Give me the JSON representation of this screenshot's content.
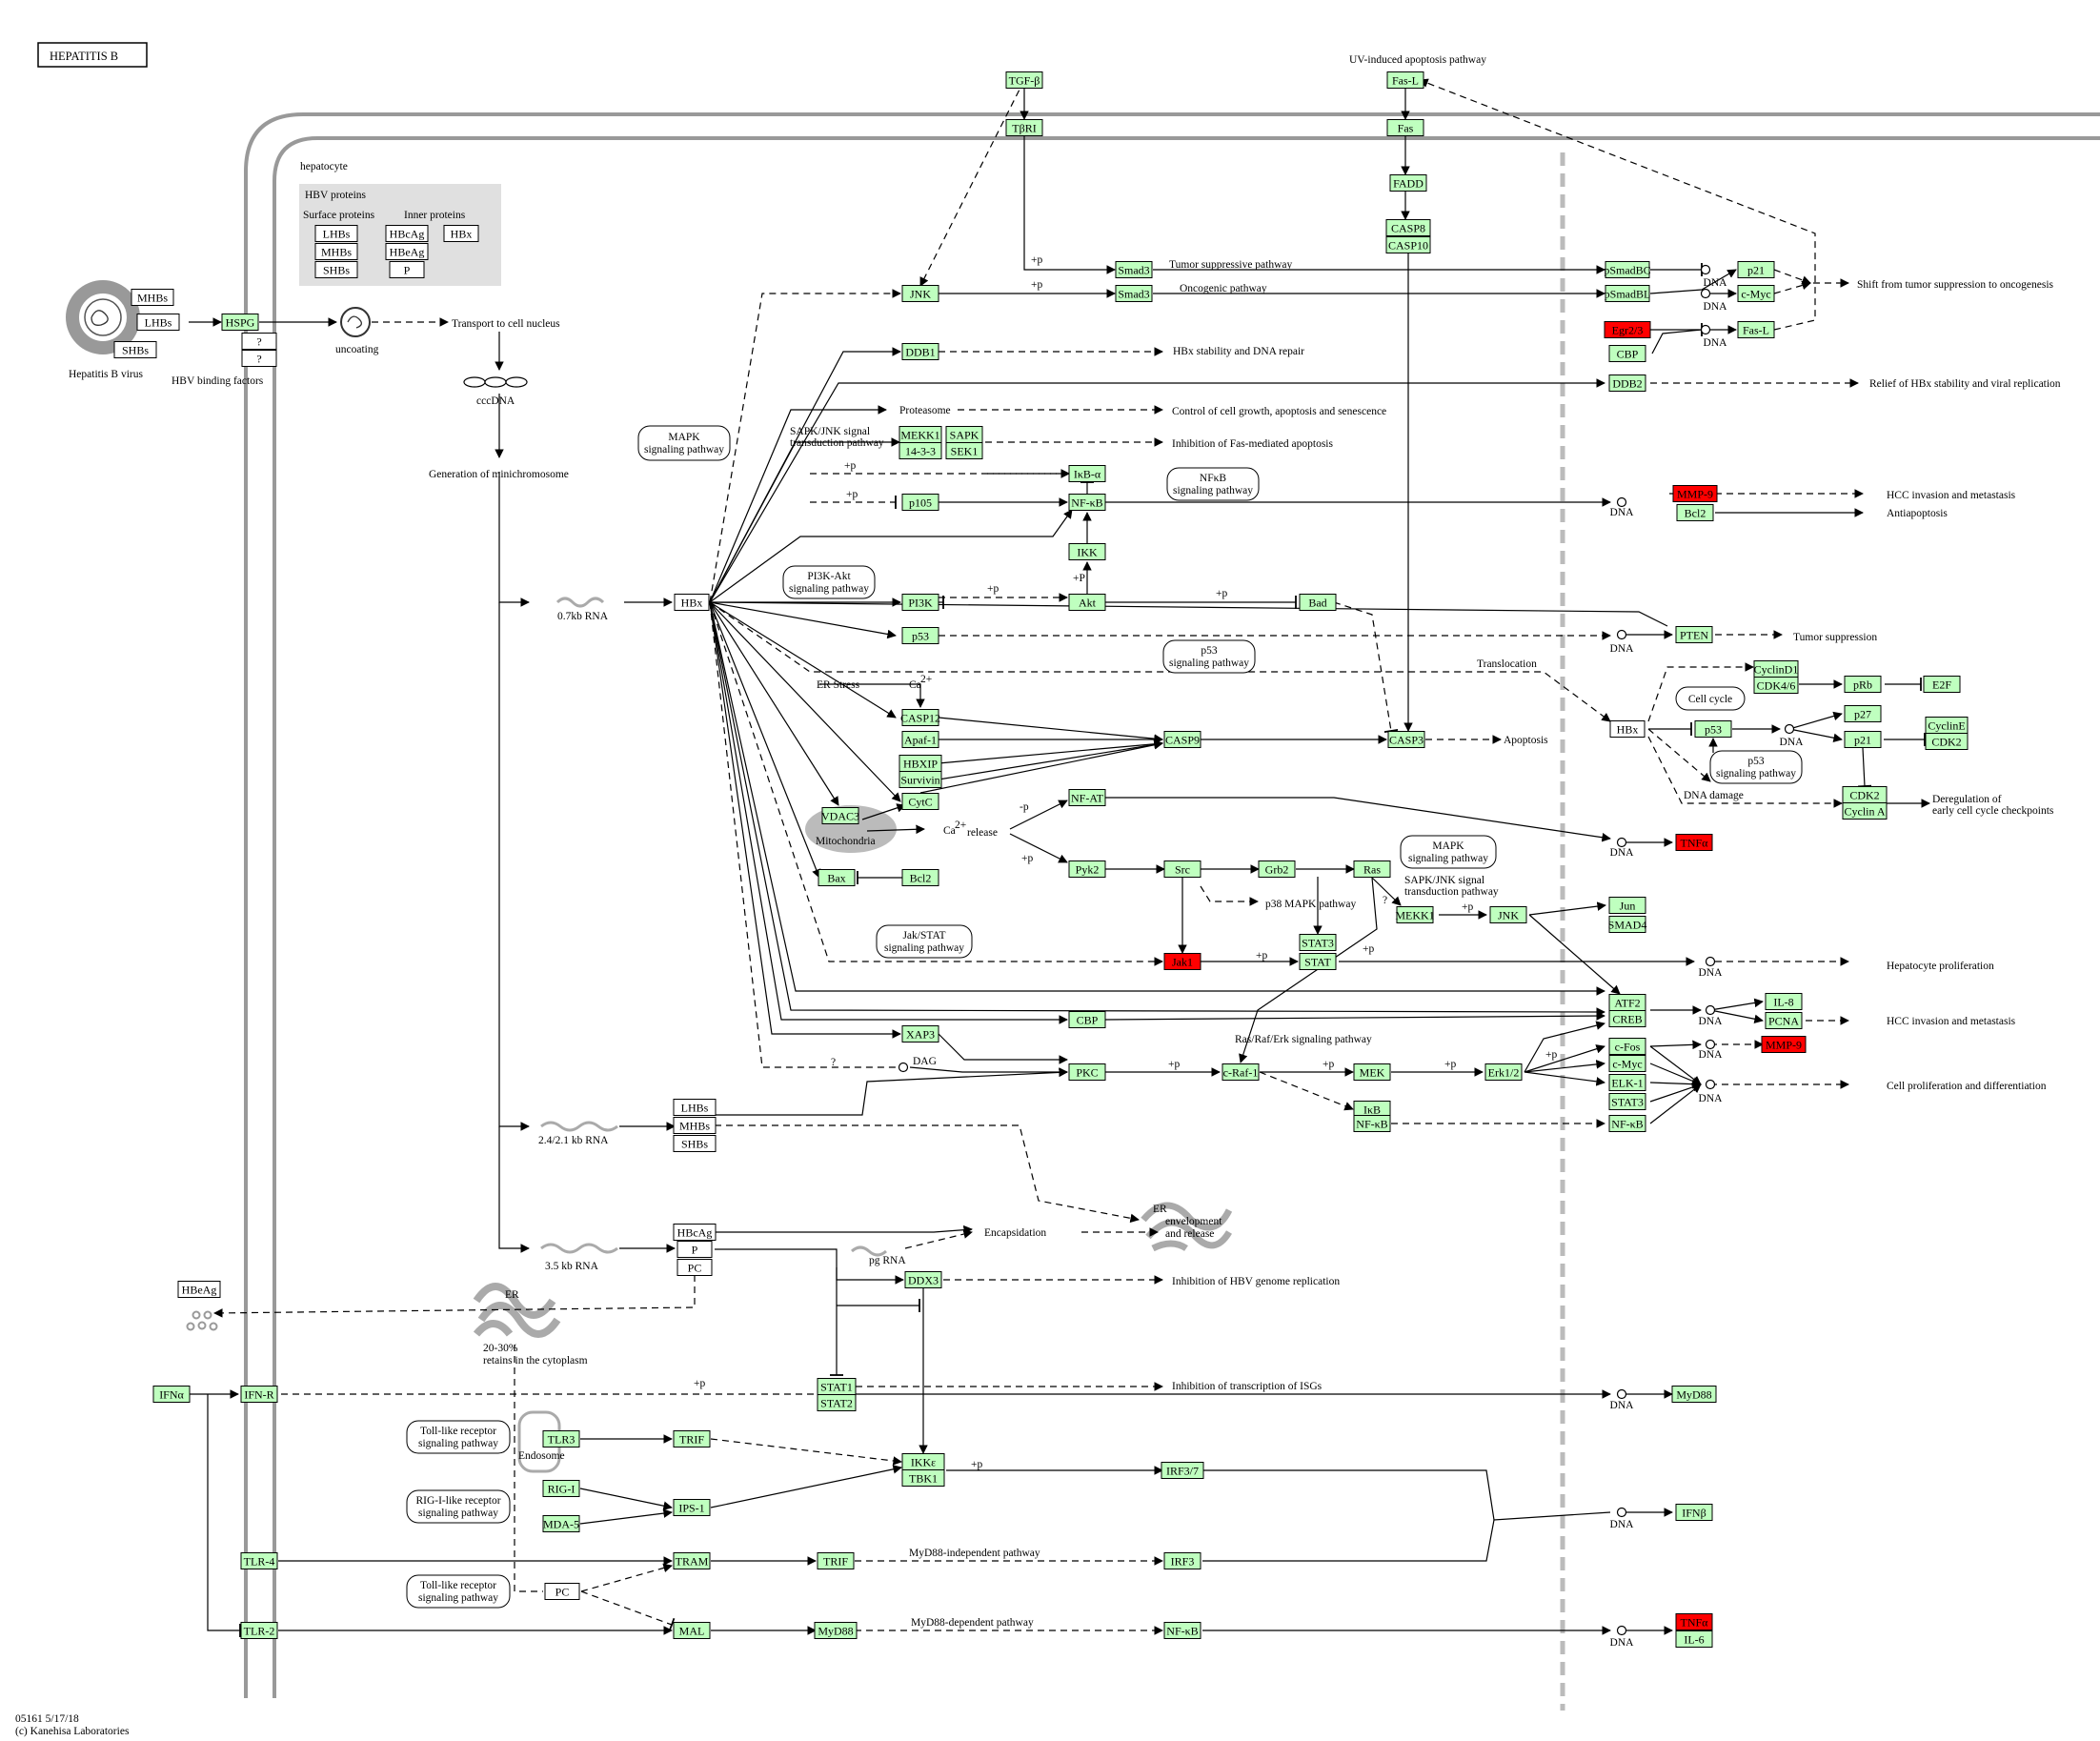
{
  "title": "HEPATITIS B",
  "footer": {
    "id": "05161 5/17/18",
    "copyright": "(c) Kanehisa Laboratories"
  },
  "colors": {
    "gene_fill": "#bfffbf",
    "gene_border": "#000000",
    "highlight_fill": "#ff0000",
    "membrane": "#999999",
    "panel": "#e0e0e0"
  },
  "genes": [
    {
      "id": "hspg",
      "label": "HSPG",
      "fill": "green"
    },
    {
      "id": "tgfb",
      "label": "TGF-β",
      "fill": "green"
    },
    {
      "id": "tbri",
      "label": "TβRI",
      "fill": "green"
    },
    {
      "id": "fasl",
      "label": "Fas-L",
      "fill": "green"
    },
    {
      "id": "fas",
      "label": "Fas",
      "fill": "green"
    },
    {
      "id": "fadd",
      "label": "FADD",
      "fill": "green"
    },
    {
      "id": "casp8",
      "label": "CASP8",
      "fill": "green"
    },
    {
      "id": "casp10",
      "label": "CASP10",
      "fill": "green"
    },
    {
      "id": "smad3a",
      "label": "Smad3",
      "fill": "green"
    },
    {
      "id": "smad3b",
      "label": "Smad3",
      "fill": "green"
    },
    {
      "id": "psmadbc",
      "label": "pSmadBC",
      "fill": "green"
    },
    {
      "id": "psmadbl",
      "label": "pSmadBL",
      "fill": "green"
    },
    {
      "id": "p21a",
      "label": "p21",
      "fill": "green"
    },
    {
      "id": "cmyca",
      "label": "c-Myc",
      "fill": "green"
    },
    {
      "id": "egr23",
      "label": "Egr2/3",
      "fill": "red"
    },
    {
      "id": "cbpa",
      "label": "CBP",
      "fill": "green"
    },
    {
      "id": "fasl2",
      "label": "Fas-L",
      "fill": "green"
    },
    {
      "id": "jnka",
      "label": "JNK",
      "fill": "green"
    },
    {
      "id": "ddb1",
      "label": "DDB1",
      "fill": "green"
    },
    {
      "id": "ddb2",
      "label": "DDB2",
      "fill": "green"
    },
    {
      "id": "mekk1a",
      "label": "MEKK1",
      "fill": "green"
    },
    {
      "id": "sapk",
      "label": "SAPK",
      "fill": "green"
    },
    {
      "id": "g1433",
      "label": "14-3-3",
      "fill": "green"
    },
    {
      "id": "sek1",
      "label": "SEK1",
      "fill": "green"
    },
    {
      "id": "ikba",
      "label": "IκB-α",
      "fill": "green"
    },
    {
      "id": "nfkba",
      "label": "NF-κB",
      "fill": "green"
    },
    {
      "id": "p105",
      "label": "p105",
      "fill": "green"
    },
    {
      "id": "ikk",
      "label": "IKK",
      "fill": "green"
    },
    {
      "id": "mmp9a",
      "label": "MMP-9",
      "fill": "red"
    },
    {
      "id": "bcl2a",
      "label": "Bcl2",
      "fill": "green"
    },
    {
      "id": "pi3k",
      "label": "PI3K",
      "fill": "green"
    },
    {
      "id": "akt",
      "label": "Akt",
      "fill": "green"
    },
    {
      "id": "bad",
      "label": "Bad",
      "fill": "green"
    },
    {
      "id": "p53a",
      "label": "p53",
      "fill": "green"
    },
    {
      "id": "pten",
      "label": "PTEN",
      "fill": "green"
    },
    {
      "id": "cyclind1",
      "label": "CyclinD1",
      "fill": "green"
    },
    {
      "id": "cdk46",
      "label": "CDK4/6",
      "fill": "green"
    },
    {
      "id": "prb",
      "label": "pRb",
      "fill": "green"
    },
    {
      "id": "e2f",
      "label": "E2F",
      "fill": "green"
    },
    {
      "id": "p27",
      "label": "p27",
      "fill": "green"
    },
    {
      "id": "p53b",
      "label": "p53",
      "fill": "green"
    },
    {
      "id": "p21b",
      "label": "p21",
      "fill": "green"
    },
    {
      "id": "cycline",
      "label": "CyclinE",
      "fill": "green"
    },
    {
      "id": "cdk2a",
      "label": "CDK2",
      "fill": "green"
    },
    {
      "id": "cdk2b",
      "label": "CDK2",
      "fill": "green"
    },
    {
      "id": "cyclina",
      "label": "Cyclin A",
      "fill": "green"
    },
    {
      "id": "casp12",
      "label": "CASP12",
      "fill": "green"
    },
    {
      "id": "apaf1",
      "label": "Apaf-1",
      "fill": "green"
    },
    {
      "id": "hbxip",
      "label": "HBXIP",
      "fill": "green"
    },
    {
      "id": "survivin",
      "label": "Survivin",
      "fill": "green"
    },
    {
      "id": "casp9",
      "label": "CASP9",
      "fill": "green"
    },
    {
      "id": "casp3",
      "label": "CASP3",
      "fill": "green"
    },
    {
      "id": "vdac3",
      "label": "VDAC3",
      "fill": "green"
    },
    {
      "id": "cytc",
      "label": "CytC",
      "fill": "green"
    },
    {
      "id": "bax",
      "label": "Bax",
      "fill": "green"
    },
    {
      "id": "bcl2b",
      "label": "Bcl2",
      "fill": "green"
    },
    {
      "id": "nfat",
      "label": "NF-AT",
      "fill": "green"
    },
    {
      "id": "tnfa1",
      "label": "TNFα",
      "fill": "red"
    },
    {
      "id": "pyk2",
      "label": "Pyk2",
      "fill": "green"
    },
    {
      "id": "src",
      "label": "Src",
      "fill": "green"
    },
    {
      "id": "grb2",
      "label": "Grb2",
      "fill": "green"
    },
    {
      "id": "ras",
      "label": "Ras",
      "fill": "green"
    },
    {
      "id": "mekk1b",
      "label": "MEKK1",
      "fill": "green"
    },
    {
      "id": "jnkb",
      "label": "JNK",
      "fill": "green"
    },
    {
      "id": "jun",
      "label": "Jun",
      "fill": "green"
    },
    {
      "id": "smad4",
      "label": "SMAD4",
      "fill": "green"
    },
    {
      "id": "stat3a",
      "label": "STAT3",
      "fill": "green"
    },
    {
      "id": "stat",
      "label": "STAT",
      "fill": "green"
    },
    {
      "id": "jak1",
      "label": "Jak1",
      "fill": "red"
    },
    {
      "id": "atf2",
      "label": "ATF2",
      "fill": "green"
    },
    {
      "id": "creb",
      "label": "CREB",
      "fill": "green"
    },
    {
      "id": "il8",
      "label": "IL-8",
      "fill": "green"
    },
    {
      "id": "pcna",
      "label": "PCNA",
      "fill": "green"
    },
    {
      "id": "mmp9b",
      "label": "MMP-9",
      "fill": "red"
    },
    {
      "id": "cbpb",
      "label": "CBP",
      "fill": "green"
    },
    {
      "id": "xap3",
      "label": "XAP3",
      "fill": "green"
    },
    {
      "id": "pkc",
      "label": "PKC",
      "fill": "green"
    },
    {
      "id": "craf1",
      "label": "c-Raf-1",
      "fill": "green"
    },
    {
      "id": "mek",
      "label": "MEK",
      "fill": "green"
    },
    {
      "id": "erk12",
      "label": "Erk1/2",
      "fill": "green"
    },
    {
      "id": "cfos",
      "label": "c-Fos",
      "fill": "green"
    },
    {
      "id": "cmycb",
      "label": "c-Myc",
      "fill": "green"
    },
    {
      "id": "elk1",
      "label": "ELK-1",
      "fill": "green"
    },
    {
      "id": "stat3b",
      "label": "STAT3",
      "fill": "green"
    },
    {
      "id": "nfkbc",
      "label": "NF-κB",
      "fill": "green"
    },
    {
      "id": "ikb2",
      "label": "IκB",
      "fill": "green"
    },
    {
      "id": "nfkbb",
      "label": "NF-κB",
      "fill": "green"
    },
    {
      "id": "ddx3",
      "label": "DDX3",
      "fill": "green"
    },
    {
      "id": "stat1",
      "label": "STAT1",
      "fill": "green"
    },
    {
      "id": "stat2",
      "label": "STAT2",
      "fill": "green"
    },
    {
      "id": "myd88a",
      "label": "MyD88",
      "fill": "green"
    },
    {
      "id": "ifna",
      "label": "IFNα",
      "fill": "green"
    },
    {
      "id": "ifnr",
      "label": "IFN-R",
      "fill": "green"
    },
    {
      "id": "tlr3",
      "label": "TLR3",
      "fill": "green"
    },
    {
      "id": "trifa",
      "label": "TRIF",
      "fill": "green"
    },
    {
      "id": "ikke",
      "label": "IKKε",
      "fill": "green"
    },
    {
      "id": "tbk1",
      "label": "TBK1",
      "fill": "green"
    },
    {
      "id": "irf37",
      "label": "IRF3/7",
      "fill": "green"
    },
    {
      "id": "rigi",
      "label": "RIG-I",
      "fill": "green"
    },
    {
      "id": "mda5",
      "label": "MDA-5",
      "fill": "green"
    },
    {
      "id": "ips1",
      "label": "IPS-1",
      "fill": "green"
    },
    {
      "id": "ifnb",
      "label": "IFNβ",
      "fill": "green"
    },
    {
      "id": "tlr4",
      "label": "TLR-4",
      "fill": "green"
    },
    {
      "id": "tram",
      "label": "TRAM",
      "fill": "green"
    },
    {
      "id": "trifb",
      "label": "TRIF",
      "fill": "green"
    },
    {
      "id": "irf3",
      "label": "IRF3",
      "fill": "green"
    },
    {
      "id": "tlr2",
      "label": "TLR-2",
      "fill": "green"
    },
    {
      "id": "mal",
      "label": "MAL",
      "fill": "green"
    },
    {
      "id": "myd88b",
      "label": "MyD88",
      "fill": "green"
    },
    {
      "id": "nfkbd",
      "label": "NF-κB",
      "fill": "green"
    },
    {
      "id": "tnfa2",
      "label": "TNFα",
      "fill": "red"
    },
    {
      "id": "il6",
      "label": "IL-6",
      "fill": "green"
    },
    {
      "id": "atf2x",
      "label": "",
      "fill": "green"
    }
  ],
  "hbv_boxes": [
    {
      "id": "mhbs_v",
      "label": "MHBs"
    },
    {
      "id": "lhbs_v",
      "label": "LHBs"
    },
    {
      "id": "shbs_v",
      "label": "SHBs"
    },
    {
      "id": "q1",
      "label": "?"
    },
    {
      "id": "q2",
      "label": "?"
    },
    {
      "id": "lhbs_l",
      "label": "LHBs"
    },
    {
      "id": "mhbs_l",
      "label": "MHBs"
    },
    {
      "id": "shbs_l",
      "label": "SHBs"
    },
    {
      "id": "hbcag_l",
      "label": "HBcAg"
    },
    {
      "id": "hbeag_l",
      "label": "HBeAg"
    },
    {
      "id": "p_l",
      "label": "P"
    },
    {
      "id": "hbx_l",
      "label": "HBx"
    },
    {
      "id": "hbx",
      "label": "HBx"
    },
    {
      "id": "hbx2",
      "label": "HBx"
    },
    {
      "id": "lhbs",
      "label": "LHBs"
    },
    {
      "id": "mhbs",
      "label": "MHBs"
    },
    {
      "id": "shbs",
      "label": "SHBs"
    },
    {
      "id": "hbcag",
      "label": "HBcAg"
    },
    {
      "id": "p",
      "label": "P"
    },
    {
      "id": "pc",
      "label": "PC"
    },
    {
      "id": "hbeag",
      "label": "HBeAg"
    },
    {
      "id": "pc2",
      "label": "PC"
    }
  ],
  "pathway_links": [
    {
      "id": "mapk1",
      "lines": [
        "MAPK",
        "signaling pathway"
      ]
    },
    {
      "id": "nfkb",
      "lines": [
        "NFκB",
        "signaling pathway"
      ]
    },
    {
      "id": "pi3kakt",
      "lines": [
        "PI3K-Akt",
        "signaling pathway"
      ]
    },
    {
      "id": "p53a",
      "lines": [
        "p53",
        "signaling pathway"
      ]
    },
    {
      "id": "cellcycle",
      "lines": [
        "Cell cycle"
      ]
    },
    {
      "id": "p53b",
      "lines": [
        "p53",
        "signaling pathway"
      ]
    },
    {
      "id": "mapk2",
      "lines": [
        "MAPK",
        "signaling pathway"
      ]
    },
    {
      "id": "jakstat",
      "lines": [
        "Jak/STAT",
        "signaling pathway"
      ]
    },
    {
      "id": "tlr1",
      "lines": [
        "Toll-like receptor",
        "signaling pathway"
      ]
    },
    {
      "id": "rigi",
      "lines": [
        "RIG-I-like receptor",
        "signaling pathway"
      ]
    },
    {
      "id": "tlr2",
      "lines": [
        "Toll-like receptor",
        "signaling pathway"
      ]
    }
  ],
  "labels": {
    "hepatocyte": "hepatocyte",
    "hbv_proteins": "HBV proteins",
    "surface_proteins": "Surface proteins",
    "inner_proteins": "Inner proteins",
    "hepatitis_b_virus": "Hepatitis B virus",
    "hbv_binding": "HBV binding factors",
    "uncoating": "uncoating",
    "transport": "Transport to cell  nucleus",
    "cccdna": "cccDNA",
    "minichromosome": "Generation of minichromosome",
    "rna07": "0.7kb RNA",
    "rna24": "2.4/2.1 kb RNA",
    "rna35": "3.5 kb RNA",
    "pgrna": "pg RNA",
    "encapsidation": "Encapsidation",
    "er_env1": "ER",
    "er_env2": "envelopment",
    "er_env3": "and release",
    "er": "ER",
    "retains1": "20-30%",
    "retains2": "retains in the cytoplasm",
    "uv": "UV-induced apoptosis pathway",
    "tumor_supp_path": "Tumor suppressive pathway",
    "oncogenic": "Oncogenic pathway",
    "shift": "Shift from tumor suppression to oncogenesis",
    "hbx_stability": "HBx stability and DNA repair",
    "relief": "Relief of HBx stability and viral replication",
    "proteasome": "Proteasome",
    "control": "Control of cell growth, apoptosis and  senescence",
    "sapkjnk1": "SAPK/JNK signal",
    "sapkjnk2": "transduction pathway",
    "inhibition_fas": "Inhibition of Fas-mediated apoptosis",
    "hcc1": "HCC invasion and metastasis",
    "antiapoptosis": "Antiapoptosis",
    "tumor_supp": "Tumor suppression",
    "translocation": "Translocation",
    "er_stress": "ER Stress",
    "ca2": "Ca",
    "ca2b": "Ca",
    "release": "release",
    "apoptosis": "Apoptosis",
    "mitochondria": "Mitochondria",
    "dna_damage": "DNA damage",
    "dereg1": "Deregulation of",
    "dereg2": "early cell cycle checkpoints",
    "sapkjnk3": "SAPK/JNK signal",
    "sapkjnk4": "transduction pathway",
    "p38": "p38 MAPK pathway",
    "hep_prolif": "Hepatocyte proliferation",
    "hcc2": "HCC invasion and metastasis",
    "rasraf": "Ras/Raf/Erk signaling pathway",
    "dag": "DAG",
    "cell_prolif": "Cell proliferation and differentiation",
    "inhib_hbv": "Inhibition of HBV genome replication",
    "inhib_isg": "Inhibition of transcription of ISGs",
    "endosome": "Endosome",
    "myd88_indep": "MyD88-independent pathway",
    "myd88_dep": "MyD88-dependent pathway",
    "dna": "DNA",
    "plus_p": "+p",
    "plus_P": "+P",
    "q": "?",
    "two_plus": "2+",
    "minus_p": "-p"
  }
}
